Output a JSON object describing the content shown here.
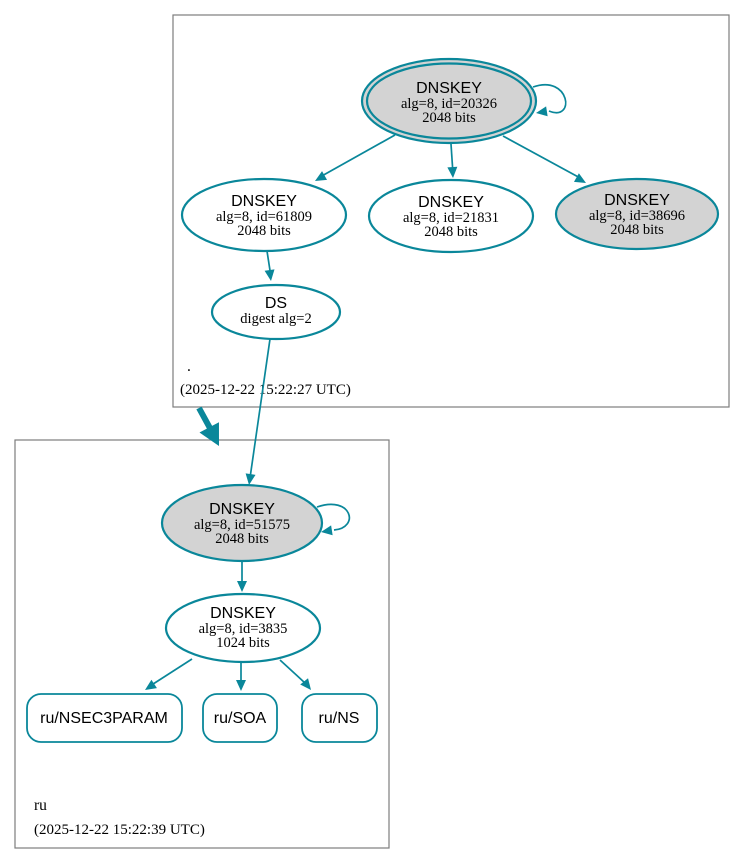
{
  "colors": {
    "edge": "#0a879a",
    "node_fill": "#ffffff",
    "node_fill_emphasis": "#d3d3d3",
    "zone_border": "#7d7d7d",
    "text": "#000000"
  },
  "zones": {
    "root": {
      "label": ".",
      "timestamp": "(2025-12-22 15:22:27 UTC)",
      "ksk": {
        "title": "DNSKEY",
        "detail1": "alg=8, id=20326",
        "detail2": "2048 bits"
      },
      "zsk_61809": {
        "title": "DNSKEY",
        "detail1": "alg=8, id=61809",
        "detail2": "2048 bits"
      },
      "zsk_21831": {
        "title": "DNSKEY",
        "detail1": "alg=8, id=21831",
        "detail2": "2048 bits"
      },
      "zsk_38696": {
        "title": "DNSKEY",
        "detail1": "alg=8, id=38696",
        "detail2": "2048 bits"
      },
      "ds": {
        "title": "DS",
        "detail1": "digest alg=2"
      }
    },
    "ru": {
      "label": "ru",
      "timestamp": "(2025-12-22 15:22:39 UTC)",
      "ksk": {
        "title": "DNSKEY",
        "detail1": "alg=8, id=51575",
        "detail2": "2048 bits"
      },
      "zsk": {
        "title": "DNSKEY",
        "detail1": "alg=8, id=3835",
        "detail2": "1024 bits"
      },
      "rrset_nsec3param": {
        "label": "ru/NSEC3PARAM"
      },
      "rrset_soa": {
        "label": "ru/SOA"
      },
      "rrset_ns": {
        "label": "ru/NS"
      }
    }
  }
}
